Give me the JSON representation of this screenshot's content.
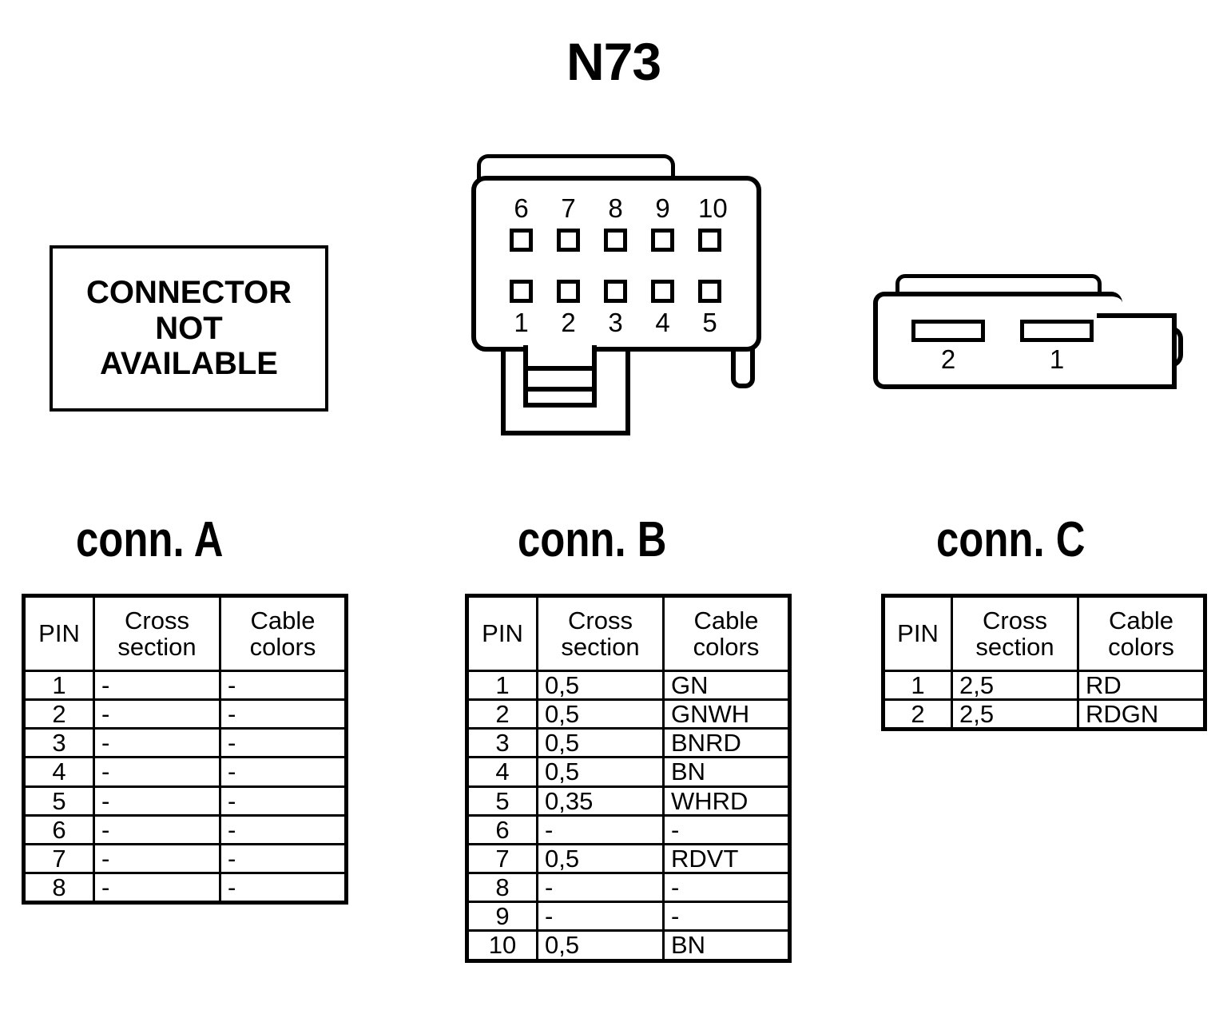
{
  "title": "N73",
  "placeholder": {
    "lines": [
      "CONNECTOR",
      "NOT",
      "AVAILABLE"
    ]
  },
  "connector_b_drawing": {
    "top_row_labels": [
      "6",
      "7",
      "8",
      "9",
      "10"
    ],
    "bottom_row_labels": [
      "1",
      "2",
      "3",
      "4",
      "5"
    ]
  },
  "connector_c_drawing": {
    "slot_labels": [
      "2",
      "1"
    ]
  },
  "headings": {
    "a": "conn. A",
    "b": "conn. B",
    "c": "conn. C"
  },
  "table_headers": {
    "pin": "PIN",
    "cross_section_line1": "Cross",
    "cross_section_line2": "section",
    "cable_colors_line1": "Cable",
    "cable_colors_line2": "colors"
  },
  "tables": {
    "conn_a": {
      "rows": [
        {
          "pin": "1",
          "cross_section": "-",
          "cable_colors": "-"
        },
        {
          "pin": "2",
          "cross_section": "-",
          "cable_colors": "-"
        },
        {
          "pin": "3",
          "cross_section": "-",
          "cable_colors": "-"
        },
        {
          "pin": "4",
          "cross_section": "-",
          "cable_colors": "-"
        },
        {
          "pin": "5",
          "cross_section": "-",
          "cable_colors": "-"
        },
        {
          "pin": "6",
          "cross_section": "-",
          "cable_colors": "-"
        },
        {
          "pin": "7",
          "cross_section": "-",
          "cable_colors": "-"
        },
        {
          "pin": "8",
          "cross_section": "-",
          "cable_colors": "-"
        }
      ]
    },
    "conn_b": {
      "rows": [
        {
          "pin": "1",
          "cross_section": "0,5",
          "cable_colors": "GN"
        },
        {
          "pin": "2",
          "cross_section": "0,5",
          "cable_colors": "GNWH"
        },
        {
          "pin": "3",
          "cross_section": "0,5",
          "cable_colors": "BNRD"
        },
        {
          "pin": "4",
          "cross_section": "0,5",
          "cable_colors": "BN"
        },
        {
          "pin": "5",
          "cross_section": "0,35",
          "cable_colors": "WHRD"
        },
        {
          "pin": "6",
          "cross_section": "-",
          "cable_colors": "-"
        },
        {
          "pin": "7",
          "cross_section": "0,5",
          "cable_colors": "RDVT"
        },
        {
          "pin": "8",
          "cross_section": "-",
          "cable_colors": "-"
        },
        {
          "pin": "9",
          "cross_section": "-",
          "cable_colors": "-"
        },
        {
          "pin": "10",
          "cross_section": "0,5",
          "cable_colors": "BN"
        }
      ]
    },
    "conn_c": {
      "rows": [
        {
          "pin": "1",
          "cross_section": "2,5",
          "cable_colors": "RD"
        },
        {
          "pin": "2",
          "cross_section": "2,5",
          "cable_colors": "RDGN"
        }
      ]
    }
  },
  "colors": {
    "line": "#000000",
    "background": "#ffffff"
  }
}
